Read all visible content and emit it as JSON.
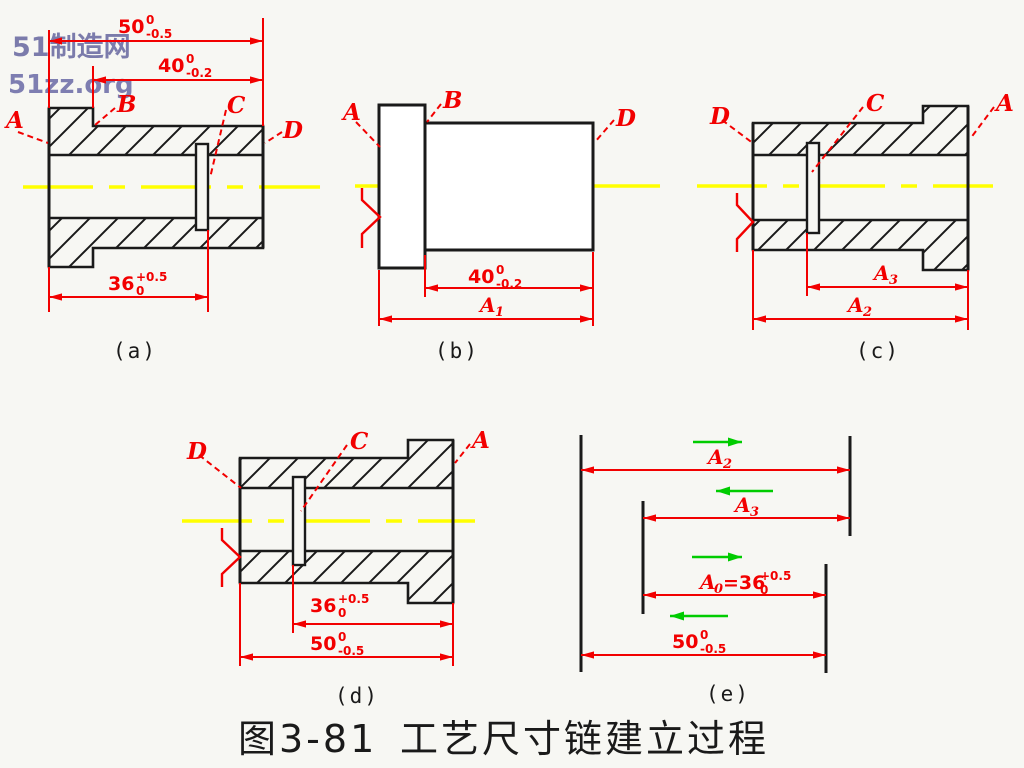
{
  "colors": {
    "part_line": "#1a1a1a",
    "dimension_red": "#f20000",
    "centerline_yellow": "#ffff00",
    "direction_arrow_green": "#00cc00",
    "watermark_purple": "#5f5f9b",
    "background": "#f7f7f3"
  },
  "watermark": {
    "line1": "51制造网",
    "line2": "51zz.org"
  },
  "figure_caption": {
    "number": "图3-81",
    "title": "工艺尺寸链建立过程"
  },
  "figures": {
    "a": {
      "caption": "(a)",
      "surface_labels": {
        "A": "A",
        "B": "B",
        "C": "C",
        "D": "D"
      },
      "dimensions": {
        "len50": {
          "value": "50",
          "upper": "0",
          "lower": "-0.5"
        },
        "len40": {
          "value": "40",
          "upper": "0",
          "lower": "-0.2"
        },
        "len36": {
          "value": "36",
          "upper": "+0.5",
          "lower": "0"
        }
      }
    },
    "b": {
      "caption": "(b)",
      "surface_labels": {
        "A": "A",
        "B": "B",
        "D": "D"
      },
      "dimensions": {
        "len40": {
          "value": "40",
          "upper": "0",
          "lower": "-0.2"
        },
        "a1": {
          "name": "A",
          "subscript": "1"
        }
      }
    },
    "c": {
      "caption": "(c)",
      "surface_labels": {
        "A": "A",
        "C": "C",
        "D": "D"
      },
      "dimensions": {
        "a3": {
          "name": "A",
          "subscript": "3"
        },
        "a2": {
          "name": "A",
          "subscript": "2"
        }
      }
    },
    "d": {
      "caption": "(d)",
      "surface_labels": {
        "A": "A",
        "C": "C",
        "D": "D"
      },
      "dimensions": {
        "len36": {
          "value": "36",
          "upper": "+0.5",
          "lower": "0"
        },
        "len50": {
          "value": "50",
          "upper": "0",
          "lower": "-0.5"
        }
      }
    },
    "e": {
      "caption": "(e)",
      "links": {
        "a2": {
          "name": "A",
          "subscript": "2"
        },
        "a3": {
          "name": "A",
          "subscript": "3"
        },
        "a0": {
          "name": "A",
          "subscript": "0",
          "equals": "=36",
          "upper": "+0.5",
          "lower": "0"
        },
        "len50": {
          "value": "50",
          "upper": "0",
          "lower": "-0.5"
        }
      }
    }
  }
}
